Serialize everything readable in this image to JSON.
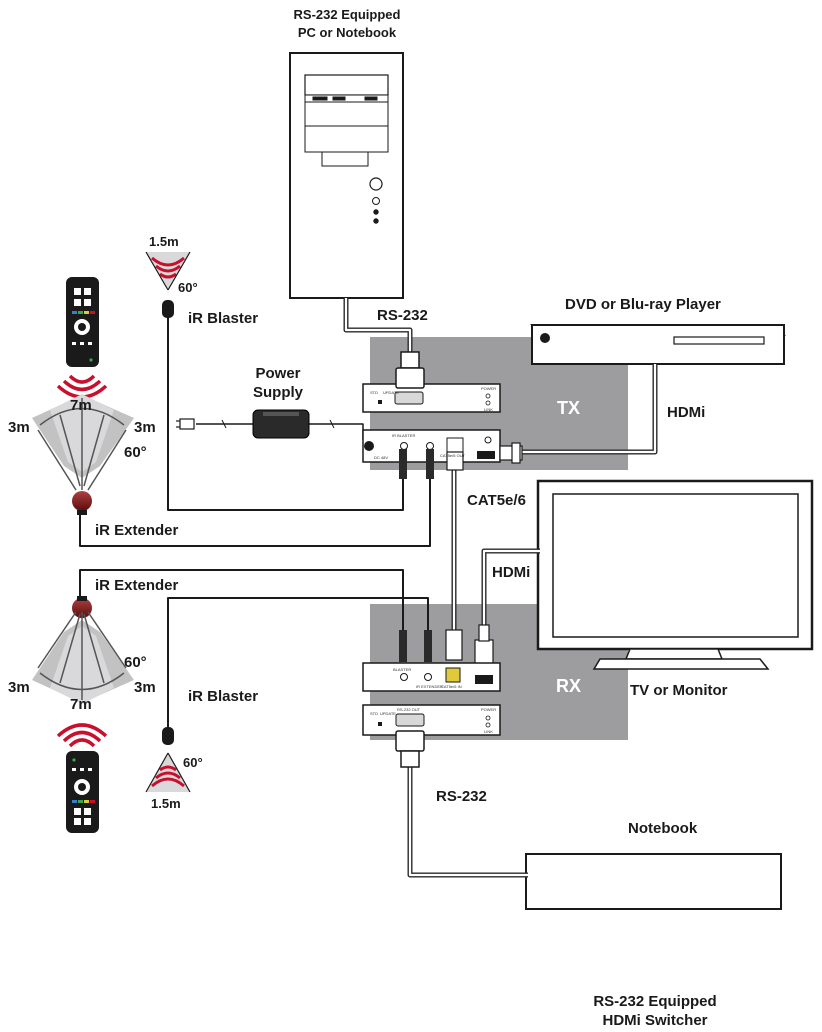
{
  "labels": {
    "pc_line1": "RS-232 Equipped",
    "pc_line2": "PC or Notebook",
    "rs232_top": "RS-232",
    "dvd": "DVD or Blu-ray Player",
    "power_line1": "Power",
    "power_line2": "Supply",
    "tx": "TX",
    "hdmi_top": "HDMi",
    "cat": "CAT5e/6",
    "hdmi_mid": "HDMi",
    "rx": "RX",
    "tv": "TV or Monitor",
    "ir_blaster_top": "iR Blaster",
    "ir_blaster_bottom": "iR Blaster",
    "ir_extender_top": "iR Extender",
    "ir_extender_bottom": "iR Extender",
    "dist_1_5m_top": "1.5m",
    "dist_1_5m_bottom": "1.5m",
    "deg_60_blaster_top": "60°",
    "deg_60_blaster_bottom": "60°",
    "dist_7m_top": "7m",
    "dist_3m_left_top": "3m",
    "dist_3m_right_top": "3m",
    "deg_60_ext_top": "60°",
    "dist_7m_bottom": "7m",
    "dist_3m_left_bottom": "3m",
    "dist_3m_right_bottom": "3m",
    "deg_60_ext_bottom": "60°",
    "rs232_bottom": "RS-232",
    "notebook": "Notebook",
    "switcher_line1": "RS-232 Equipped",
    "switcher_line2": "HDMi Switcher"
  },
  "panel_text": {
    "std": "STD",
    "update": "UPDATE",
    "power": "POWER",
    "link": "LINK",
    "ir_blaster": "IR BLASTER",
    "ir_extender": "IR EXTENDER",
    "dc": "DC 48V",
    "cat_out": "CAT5e/6 OUT",
    "cat_in": "CAT5e/6 IN",
    "rs232_out": "RS-232 OUT",
    "blaster": "BLASTER"
  },
  "colors": {
    "zone_gray": "#9d9d9f",
    "cable": "#3a3a3a",
    "ir_red": "#c8102e",
    "fan_gray": "#b7b7b9",
    "extender_red": "#8b1a1a"
  }
}
